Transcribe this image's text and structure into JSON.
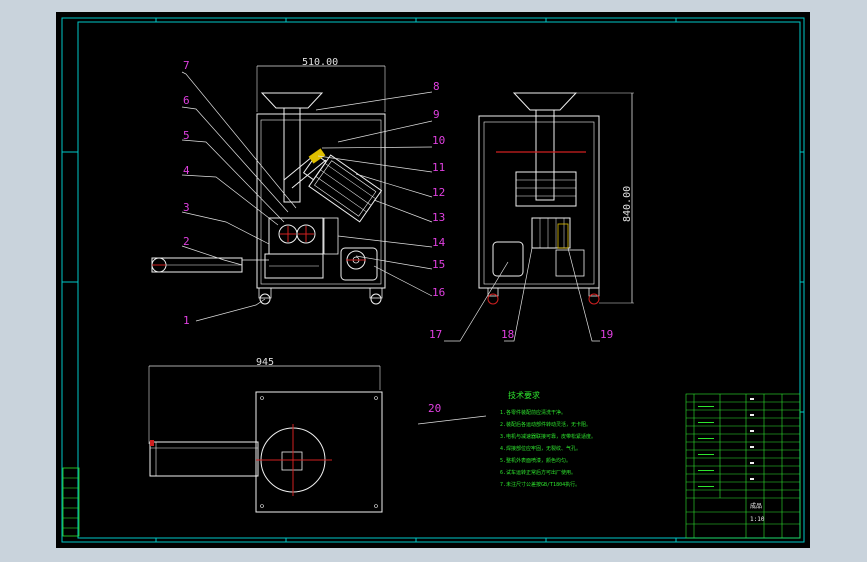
{
  "colors": {
    "background": "#c9d3dc",
    "sheet": "#000000",
    "frame": "#00c8c8",
    "outline": "#f0f0f0",
    "leader": "#e0e0e0",
    "labels": "#e040e0",
    "notes": "#2ee62e",
    "accent_red": "#d02020",
    "accent_yellow": "#e0c000"
  },
  "dimensions": {
    "width_front": "510.00",
    "height_side": "840.00",
    "length_top": "945"
  },
  "part_labels": [
    "1",
    "2",
    "3",
    "4",
    "5",
    "6",
    "7",
    "8",
    "9",
    "10",
    "11",
    "12",
    "13",
    "14",
    "15",
    "16",
    "17",
    "18",
    "19",
    "20"
  ],
  "notes": {
    "title": "技术要求",
    "lines": [
      "1.各零件装配前应清洗干净。",
      "2.装配后各运动部件转动灵活，无卡阻。",
      "3.电机与减速器联接可靠，皮带松紧适度。",
      "4.焊接部位应牢固，无裂纹、气孔。",
      "5.整机外表面喷漆，颜色均匀。",
      "6.试车运转正常后方可出厂使用。",
      "7.未注尺寸公差按GB/T1804执行。"
    ]
  },
  "title_block": {
    "name_cell": "成品",
    "sheet_cell": "1:10"
  }
}
